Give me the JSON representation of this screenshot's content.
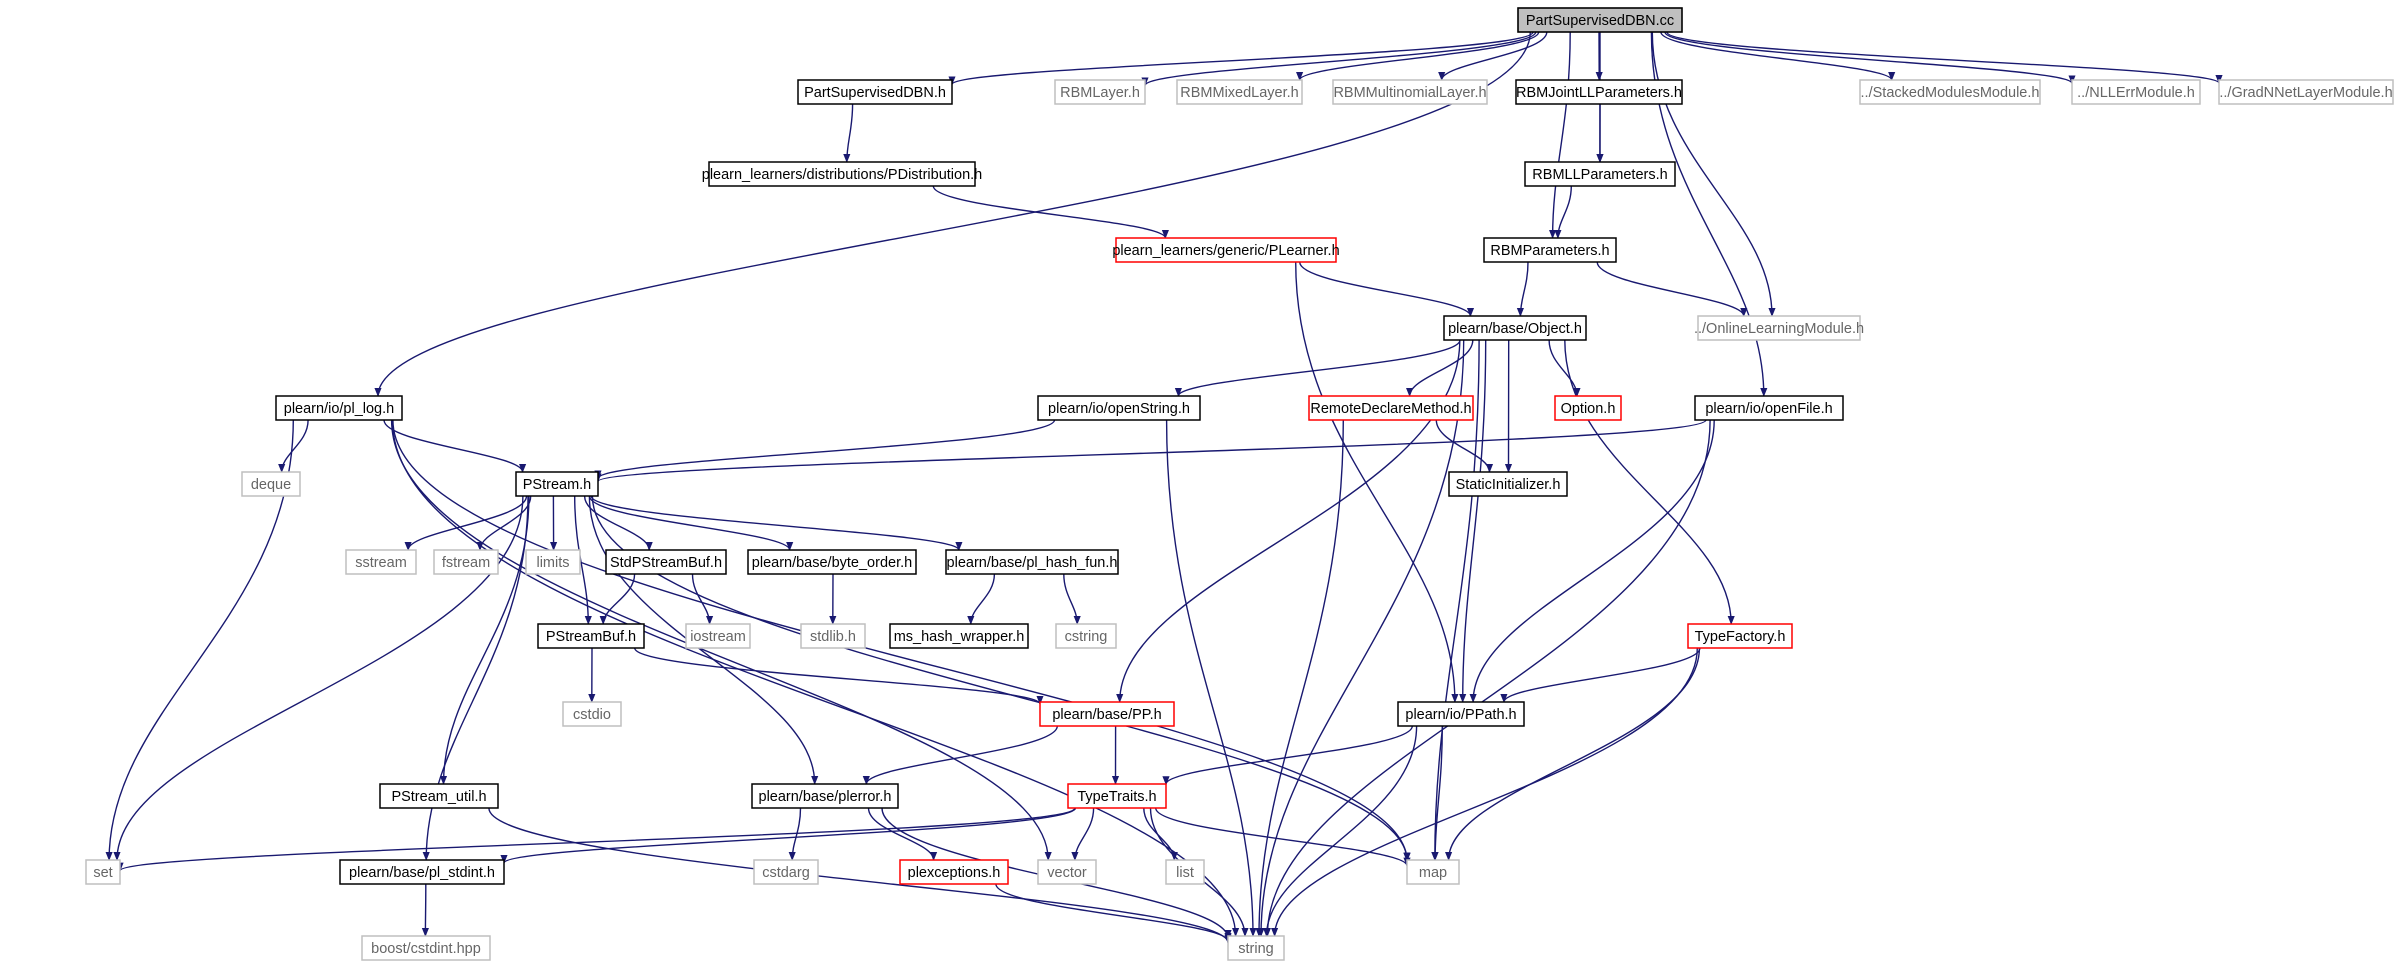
{
  "graph": {
    "colors": {
      "edge": "#191970",
      "border_normal": "#000000",
      "border_truncated": "#ff0000",
      "border_external": "#bfbfbf",
      "text_normal": "#000000",
      "text_external": "#666666",
      "root_fill": "#bfbfbf"
    },
    "nodes": [
      {
        "id": "root",
        "label": "PartSupervisedDBN.cc",
        "kind": "root"
      },
      {
        "id": "pl_log",
        "label": "plearn/io/pl_log.h",
        "kind": "normal"
      },
      {
        "id": "psdbn_h",
        "label": "PartSupervisedDBN.h",
        "kind": "normal"
      },
      {
        "id": "rbmlayer",
        "label": "RBMLayer.h",
        "kind": "external"
      },
      {
        "id": "rbmmixed",
        "label": "RBMMixedLayer.h",
        "kind": "external"
      },
      {
        "id": "rbmmulti",
        "label": "RBMMultinomialLayer.h",
        "kind": "external"
      },
      {
        "id": "rbmjoint",
        "label": "RBMJointLLParameters.h",
        "kind": "normal"
      },
      {
        "id": "stacked",
        "label": "../StackedModulesModule.h",
        "kind": "external"
      },
      {
        "id": "nllerr",
        "label": "../NLLErrModule.h",
        "kind": "external"
      },
      {
        "id": "gradnnet",
        "label": "../GradNNetLayerModule.h",
        "kind": "external"
      },
      {
        "id": "pdist",
        "label": "plearn_learners/distributions/PDistribution.h",
        "kind": "normal"
      },
      {
        "id": "rbmll",
        "label": "RBMLLParameters.h",
        "kind": "normal"
      },
      {
        "id": "plearner",
        "label": "plearn_learners/generic/PLearner.h",
        "kind": "truncated"
      },
      {
        "id": "rbmparams",
        "label": "RBMParameters.h",
        "kind": "normal"
      },
      {
        "id": "object",
        "label": "plearn/base/Object.h",
        "kind": "normal"
      },
      {
        "id": "online",
        "label": "../OnlineLearningModule.h",
        "kind": "external"
      },
      {
        "id": "openstring",
        "label": "plearn/io/openString.h",
        "kind": "normal"
      },
      {
        "id": "remote",
        "label": "RemoteDeclareMethod.h",
        "kind": "truncated"
      },
      {
        "id": "option",
        "label": "Option.h",
        "kind": "truncated"
      },
      {
        "id": "openfile",
        "label": "plearn/io/openFile.h",
        "kind": "normal"
      },
      {
        "id": "deque",
        "label": "deque",
        "kind": "external"
      },
      {
        "id": "pstream",
        "label": "PStream.h",
        "kind": "normal"
      },
      {
        "id": "staticinit",
        "label": "StaticInitializer.h",
        "kind": "normal"
      },
      {
        "id": "sstream",
        "label": "sstream",
        "kind": "external"
      },
      {
        "id": "fstream",
        "label": "fstream",
        "kind": "external"
      },
      {
        "id": "limits",
        "label": "limits",
        "kind": "external"
      },
      {
        "id": "stdpstreambuf",
        "label": "StdPStreamBuf.h",
        "kind": "normal"
      },
      {
        "id": "byteorder",
        "label": "plearn/base/byte_order.h",
        "kind": "normal"
      },
      {
        "id": "hashfun",
        "label": "plearn/base/pl_hash_fun.h",
        "kind": "normal"
      },
      {
        "id": "typefactory",
        "label": "TypeFactory.h",
        "kind": "truncated"
      },
      {
        "id": "pstreambuf",
        "label": "PStreamBuf.h",
        "kind": "normal"
      },
      {
        "id": "iostream",
        "label": "iostream",
        "kind": "external"
      },
      {
        "id": "stdlib",
        "label": "stdlib.h",
        "kind": "external"
      },
      {
        "id": "mshash",
        "label": "ms_hash_wrapper.h",
        "kind": "normal"
      },
      {
        "id": "cstring",
        "label": "cstring",
        "kind": "external"
      },
      {
        "id": "cstdio",
        "label": "cstdio",
        "kind": "external"
      },
      {
        "id": "pp",
        "label": "plearn/base/PP.h",
        "kind": "truncated"
      },
      {
        "id": "ppath",
        "label": "plearn/io/PPath.h",
        "kind": "normal"
      },
      {
        "id": "pstreamutil",
        "label": "PStream_util.h",
        "kind": "normal"
      },
      {
        "id": "plerror",
        "label": "plearn/base/plerror.h",
        "kind": "normal"
      },
      {
        "id": "typetraits",
        "label": "TypeTraits.h",
        "kind": "truncated"
      },
      {
        "id": "set",
        "label": "set",
        "kind": "external"
      },
      {
        "id": "plstdint",
        "label": "plearn/base/pl_stdint.h",
        "kind": "normal"
      },
      {
        "id": "cstdarg",
        "label": "cstdarg",
        "kind": "external"
      },
      {
        "id": "plexceptions",
        "label": "plexceptions.h",
        "kind": "truncated"
      },
      {
        "id": "vector",
        "label": "vector",
        "kind": "external"
      },
      {
        "id": "list",
        "label": "list",
        "kind": "external"
      },
      {
        "id": "map",
        "label": "map",
        "kind": "external"
      },
      {
        "id": "boostcstdint",
        "label": "boost/cstdint.hpp",
        "kind": "external"
      },
      {
        "id": "string",
        "label": "string",
        "kind": "external"
      }
    ],
    "edges": [
      [
        "root",
        "pl_log"
      ],
      [
        "root",
        "psdbn_h"
      ],
      [
        "root",
        "rbmlayer"
      ],
      [
        "root",
        "rbmmixed"
      ],
      [
        "root",
        "rbmmulti"
      ],
      [
        "root",
        "rbmjoint"
      ],
      [
        "root",
        "rbmll"
      ],
      [
        "root",
        "rbmparams"
      ],
      [
        "root",
        "online"
      ],
      [
        "root",
        "openfile"
      ],
      [
        "root",
        "stacked"
      ],
      [
        "root",
        "nllerr"
      ],
      [
        "root",
        "gradnnet"
      ],
      [
        "psdbn_h",
        "pdist"
      ],
      [
        "pdist",
        "plearner"
      ],
      [
        "rbmjoint",
        "rbmll"
      ],
      [
        "rbmll",
        "rbmparams"
      ],
      [
        "plearner",
        "object"
      ],
      [
        "plearner",
        "ppath"
      ],
      [
        "rbmparams",
        "object"
      ],
      [
        "rbmparams",
        "online"
      ],
      [
        "object",
        "openstring"
      ],
      [
        "object",
        "remote"
      ],
      [
        "object",
        "option"
      ],
      [
        "object",
        "staticinit"
      ],
      [
        "object",
        "pp"
      ],
      [
        "object",
        "ppath"
      ],
      [
        "object",
        "typefactory"
      ],
      [
        "object",
        "map"
      ],
      [
        "object",
        "string"
      ],
      [
        "remote",
        "staticinit"
      ],
      [
        "remote",
        "string"
      ],
      [
        "openstring",
        "pstream"
      ],
      [
        "openstring",
        "string"
      ],
      [
        "openfile",
        "pstream"
      ],
      [
        "openfile",
        "ppath"
      ],
      [
        "openfile",
        "string"
      ],
      [
        "pl_log",
        "pstream"
      ],
      [
        "pl_log",
        "deque"
      ],
      [
        "pl_log",
        "set"
      ],
      [
        "pl_log",
        "map"
      ],
      [
        "pl_log",
        "vector"
      ],
      [
        "pl_log",
        "string"
      ],
      [
        "pstream",
        "sstream"
      ],
      [
        "pstream",
        "fstream"
      ],
      [
        "pstream",
        "limits"
      ],
      [
        "pstream",
        "stdpstreambuf"
      ],
      [
        "pstream",
        "byteorder"
      ],
      [
        "pstream",
        "hashfun"
      ],
      [
        "pstream",
        "pstreambuf"
      ],
      [
        "pstream",
        "pstreamutil"
      ],
      [
        "pstream",
        "plerror"
      ],
      [
        "pstream",
        "set"
      ],
      [
        "pstream",
        "plstdint"
      ],
      [
        "pstream",
        "map"
      ],
      [
        "stdpstreambuf",
        "pstreambuf"
      ],
      [
        "stdpstreambuf",
        "iostream"
      ],
      [
        "byteorder",
        "stdlib"
      ],
      [
        "hashfun",
        "mshash"
      ],
      [
        "hashfun",
        "cstring"
      ],
      [
        "pstreambuf",
        "cstdio"
      ],
      [
        "pstreambuf",
        "pp"
      ],
      [
        "pp",
        "plerror"
      ],
      [
        "pp",
        "typetraits"
      ],
      [
        "ppath",
        "typetraits"
      ],
      [
        "ppath",
        "map"
      ],
      [
        "ppath",
        "string"
      ],
      [
        "typefactory",
        "ppath"
      ],
      [
        "typefactory",
        "map"
      ],
      [
        "typefactory",
        "string"
      ],
      [
        "pstreamutil",
        "string"
      ],
      [
        "plerror",
        "cstdarg"
      ],
      [
        "plerror",
        "plexceptions"
      ],
      [
        "plerror",
        "string"
      ],
      [
        "typetraits",
        "set"
      ],
      [
        "typetraits",
        "plstdint"
      ],
      [
        "typetraits",
        "vector"
      ],
      [
        "typetraits",
        "list"
      ],
      [
        "typetraits",
        "map"
      ],
      [
        "typetraits",
        "string"
      ],
      [
        "plexceptions",
        "string"
      ],
      [
        "plstdint",
        "boostcstdint"
      ]
    ]
  }
}
